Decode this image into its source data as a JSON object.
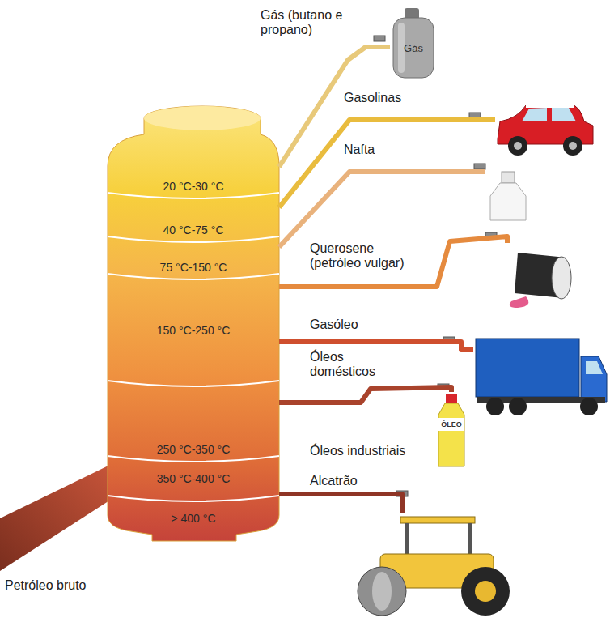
{
  "diagram": {
    "nodes": [
      {
        "text": [
          "20 °C-30 °C"
        ]
      },
      {
        "text": [
          "40 °C-75 °C"
        ]
      },
      {
        "text": [
          "75 °C-150 °C"
        ]
      },
      {
        "text": [
          "150 °C-250 °C"
        ]
      },
      {
        "text": [
          "250 °C-350 °C"
        ]
      },
      {
        "text": [
          "350 °C-400 °C"
        ]
      },
      {
        "text": [
          "> 400 °C"
        ]
      },
      {
        "text": [
          "Gás (butano e propano)",
          "Gás"
        ]
      },
      {
        "text": [
          "Gasolinas"
        ]
      },
      {
        "text": [
          "Nafta"
        ]
      },
      {
        "text": [
          "Querosene (petróleo vulgar)"
        ]
      },
      {
        "text": [
          "Gasóleo"
        ]
      },
      {
        "text": [
          "Óleos domésticos",
          "ÓLEO"
        ]
      },
      {
        "text": [
          "Alcatrão"
        ]
      }
    ],
    "edges": [
      {
        "from": 0,
        "to": 7,
        "arrow": "none"
      },
      {
        "from": 1,
        "to": 8,
        "arrow": "none"
      },
      {
        "from": 2,
        "to": 9,
        "arrow": "none"
      },
      {
        "from": 3,
        "to": 10,
        "arrow": "none"
      },
      {
        "from": 3,
        "to": 11,
        "arrow": "none"
      },
      {
        "from": 4,
        "to": 12,
        "arrow": "none"
      },
      {
        "from": 5,
        "to": 13,
        "arrow": "none"
      }
    ],
    "labels": [
      "Óleos industriais",
      "Petróleo bruto"
    ]
  }
}
